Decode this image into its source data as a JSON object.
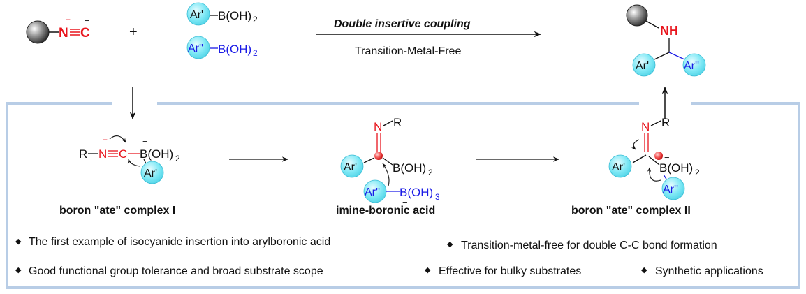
{
  "reactants": {
    "isocyanide_n": "N",
    "isocyanide_c": "C",
    "plus_charge": "+",
    "minus_charge": "−",
    "plus_sign": "+",
    "ar1": "Ar'",
    "ar1_boron": "B(OH)",
    "ar2": "Ar''",
    "ar2_boron": "B(OH)",
    "subscript": "2"
  },
  "arrow_top": {
    "label": "Double insertive coupling",
    "condition": "Transition-Metal-Free"
  },
  "product": {
    "nh": "NH",
    "ar1": "Ar'",
    "ar2": "Ar''"
  },
  "mechanism": {
    "complex1": {
      "r": "R",
      "n": "N",
      "c": "C",
      "b": "B(OH)",
      "sub": "2",
      "ar": "Ar'",
      "plus": "+",
      "minus": "−",
      "label": "boron \"ate\" complex I"
    },
    "imine": {
      "n": "N",
      "r": "R",
      "ar1": "Ar'",
      "b": "B(OH)",
      "sub": "2",
      "ar2": "Ar''",
      "b3": "B(OH)",
      "sub3": "3",
      "minus": "−",
      "label": "imine-boronic acid"
    },
    "complex2": {
      "n": "N",
      "r": "R",
      "ar1": "Ar'",
      "b": "B(OH)",
      "sub": "2",
      "ar2": "Ar''",
      "minus": "−",
      "label": "boron \"ate\" complex II"
    }
  },
  "bullets": [
    "The first example of isocyanide insertion into arylboronic acid",
    "Transition-metal-free for double C-C bond formation",
    "Good functional group tolerance and broad substrate scope",
    "Effective for bulky substrates",
    "Synthetic applications"
  ],
  "bullet_glyph": "◆",
  "colors": {
    "heteroatom": "#e8141c",
    "boron_blue": "#1a1ae6",
    "ring_fill": "#7ee8f5",
    "frame": "#b8cde6"
  }
}
